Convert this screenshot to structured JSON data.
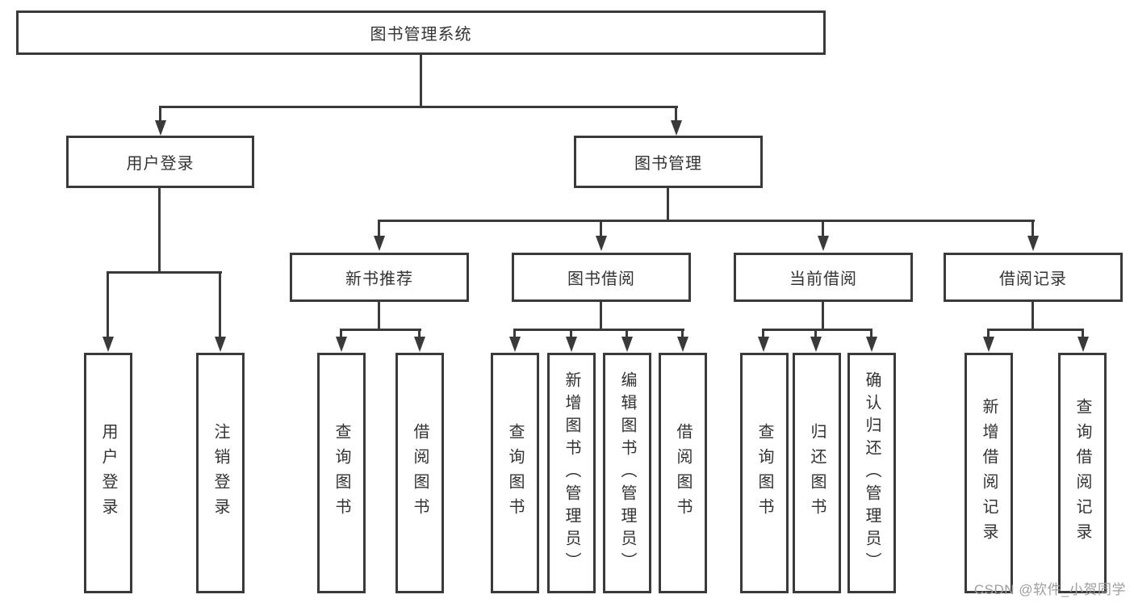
{
  "colors": {
    "line": "#3a3a3a",
    "box_border": "#3a3a3a",
    "text": "#333333",
    "watermark": "#9e9e9e",
    "background": "#ffffff"
  },
  "watermark": {
    "text": "CSDN @软件_小贺同学"
  },
  "tree": {
    "root": {
      "label": "图书管理系统"
    },
    "level2": [
      {
        "label": "用户登录"
      },
      {
        "label": "图书管理"
      }
    ],
    "level3": [
      {
        "label": "新书推荐"
      },
      {
        "label": "图书借阅"
      },
      {
        "label": "当前借阅"
      },
      {
        "label": "借阅记录"
      }
    ],
    "leaves": {
      "user_login": [
        {
          "label": "用户登录"
        },
        {
          "label": "注销登录"
        }
      ],
      "new_book_recommend": [
        {
          "label": "查询图书"
        },
        {
          "label": "借阅图书"
        }
      ],
      "book_borrowing": [
        {
          "label": "查询图书"
        },
        {
          "label": "新增图书（管理员）"
        },
        {
          "label": "编辑图书（管理员）"
        },
        {
          "label": "借阅图书"
        }
      ],
      "current_borrowing": [
        {
          "label": "查询图书"
        },
        {
          "label": "归还图书"
        },
        {
          "label": "确认归还（管理员）"
        }
      ],
      "borrowing_records": [
        {
          "label": "新增借阅记录"
        },
        {
          "label": "查询借阅记录"
        }
      ]
    }
  }
}
